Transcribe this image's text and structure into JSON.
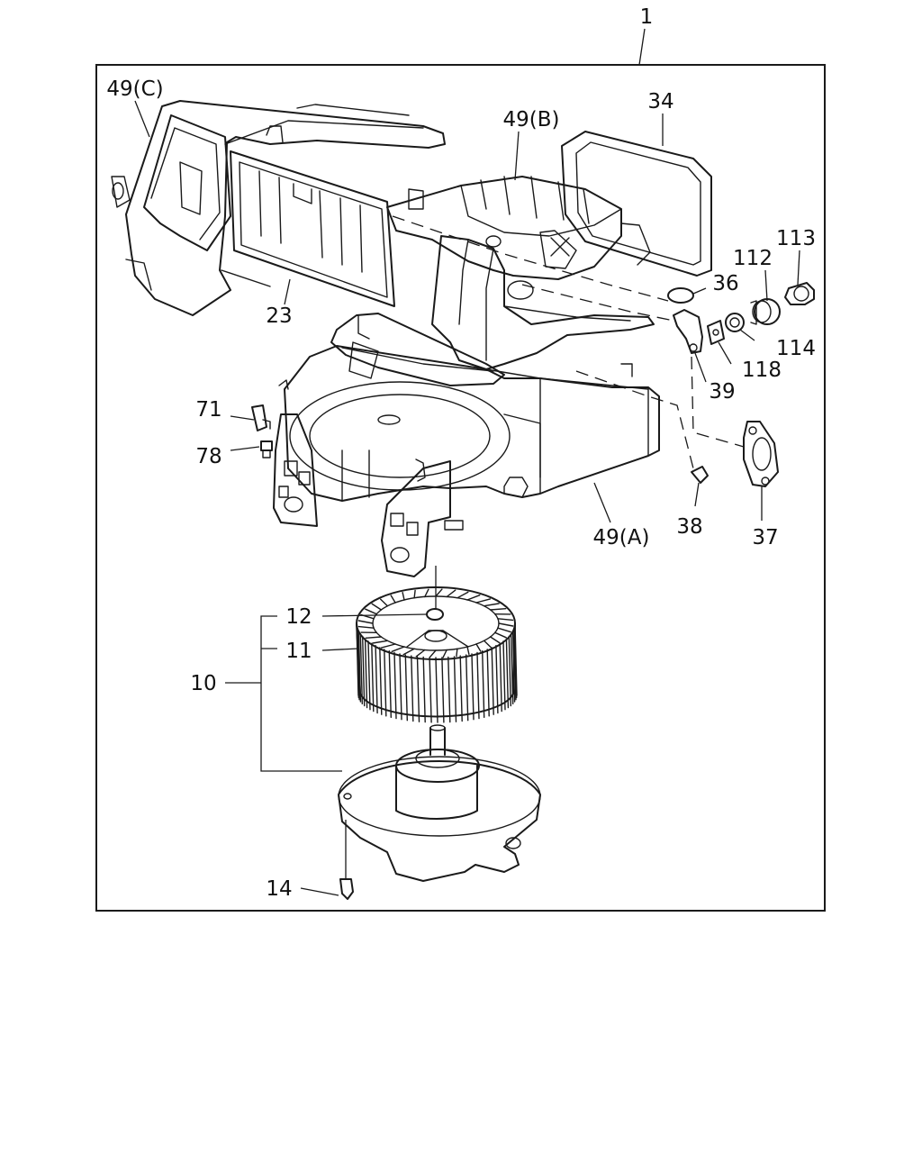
{
  "diagram": {
    "assembly_label": "1",
    "callouts": {
      "part_49c": "49(C)",
      "part_49b": "49(B)",
      "part_34": "34",
      "part_113": "113",
      "part_112": "112",
      "part_36": "36",
      "part_23": "23",
      "part_114": "114",
      "part_118": "118",
      "part_39": "39",
      "part_71": "71",
      "part_78": "78",
      "part_49a": "49(A)",
      "part_38": "38",
      "part_37": "37",
      "part_12": "12",
      "part_11": "11",
      "part_10": "10",
      "part_14": "14"
    }
  }
}
